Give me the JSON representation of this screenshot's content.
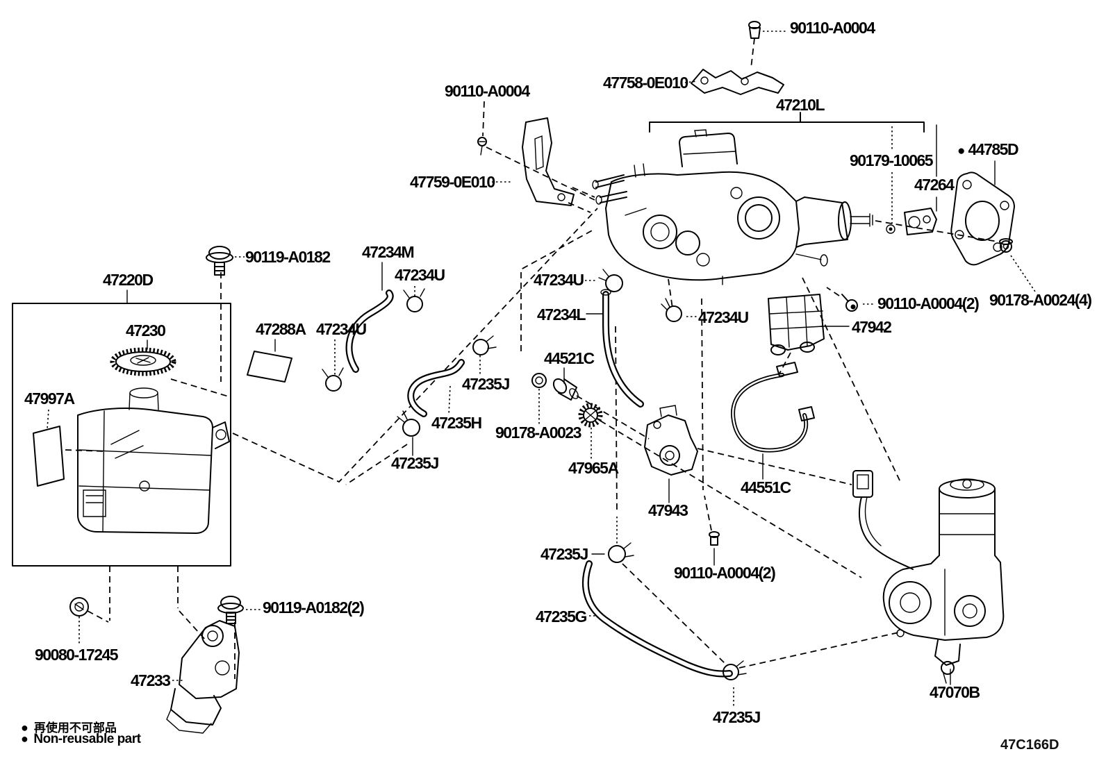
{
  "diagram": {
    "code": "47C166D",
    "marker": "●",
    "legend": {
      "jp": "再使用不可部品",
      "en": "Non-reusable part"
    },
    "labels": [
      "90110-A0004",
      "47758-0E010",
      "47210L",
      "90110-A0004",
      "47759-0E010",
      "90179-10065",
      "47264",
      "44785D",
      "90119-A0182",
      "47220D",
      "47230",
      "47288A",
      "47234U",
      "47234M",
      "47234U",
      "47234U",
      "47234L",
      "47234U",
      "47997A",
      "44521C",
      "47235J",
      "47235H",
      "90178-A0023",
      "47235J",
      "47965A",
      "47943",
      "44551C",
      "47942",
      "90110-A0004(2)",
      "90178-A0024(4)",
      "47235J",
      "90110-A0004(2)",
      "47235G",
      "90080-17245",
      "90119-A0182(2)",
      "47233",
      "47070B",
      "47235J"
    ]
  }
}
